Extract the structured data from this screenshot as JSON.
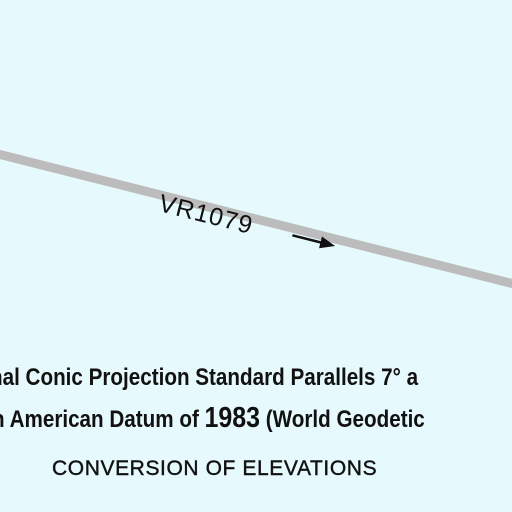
{
  "map": {
    "background_color": "#e6f9fd",
    "route": {
      "label": "VR1079",
      "line_color": "#bcbcbc",
      "arrow_color": "#111111",
      "direction_icon": "arrow-right-icon"
    },
    "notes": {
      "projection_text": "nal Conic Projection Standard Parallels 7° a",
      "datum_prefix": "n American Datum of ",
      "datum_year": "1983",
      "datum_suffix": " (World Geodetic",
      "conversion_heading": "CONVERSION OF ELEVATIONS"
    }
  }
}
